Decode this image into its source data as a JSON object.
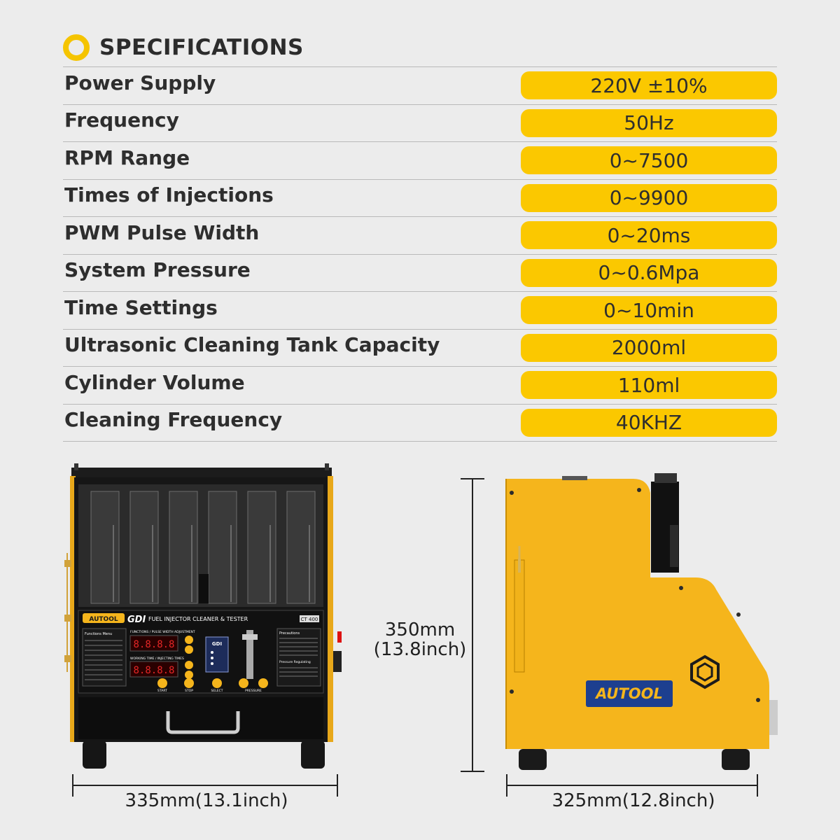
{
  "header": {
    "title": "SPECIFICATIONS"
  },
  "specs": [
    {
      "label": "Power Supply",
      "value": "220V ±10%"
    },
    {
      "label": "Frequency",
      "value": "50Hz"
    },
    {
      "label": "RPM Range",
      "value": "0~7500"
    },
    {
      "label": "Times of Injections",
      "value": "0~9900"
    },
    {
      "label": "PWM Pulse Width",
      "value": "0~20ms"
    },
    {
      "label": "System Pressure",
      "value": "0~0.6Mpa"
    },
    {
      "label": "Time Settings",
      "value": "0~10min"
    },
    {
      "label": "Ultrasonic Cleaning Tank Capacity",
      "value": "2000ml"
    },
    {
      "label": "Cylinder Volume",
      "value": "110ml"
    },
    {
      "label": "Cleaning Frequency",
      "value": "40KHZ"
    }
  ],
  "dimensions": {
    "width_front": "335mm(13.1inch)",
    "width_side": "325mm(12.8inch)",
    "height_mm": "350mm",
    "height_in": "(13.8inch)"
  },
  "device": {
    "brand": "AUTOOL",
    "model_label": "GDI",
    "panel_title": "FUEL INJECTOR CLEANER & TESTER",
    "model_badge": "CT 400",
    "menu_title": "Functions Menu",
    "func_title": "FUNCTIONS / PULSE WIDTH ADJUSTMENT",
    "time_title": "WORKING TIME / INJECTING TIMES",
    "display_1": "8.8.8.8",
    "display_2": "8.8.8.8",
    "btn_start": "START",
    "btn_stop": "STOP",
    "btn_select": "SELECT",
    "btn_pressure": "PRESSURE",
    "precautions_title": "Precautions",
    "pressure_title": "Pressure Regulating",
    "gdi_box": "GDI"
  },
  "colors": {
    "accent": "#fbc800",
    "device_yellow": "#f5b51c",
    "dark": "#1b1b1b"
  }
}
